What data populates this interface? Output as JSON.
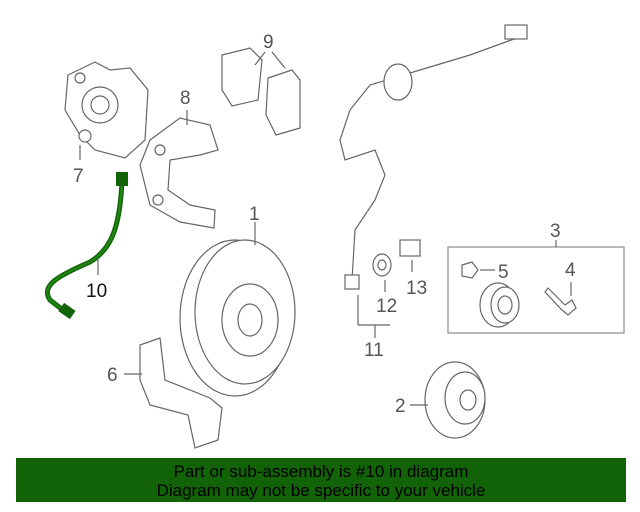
{
  "diagram": {
    "callouts": [
      "1",
      "2",
      "3",
      "4",
      "5",
      "6",
      "7",
      "8",
      "9",
      "10",
      "11",
      "12",
      "13"
    ],
    "highlighted_part": "10",
    "highlight_color": "#126208"
  },
  "banner": {
    "line1": "Part or sub-assembly is #10 in diagram",
    "line2": "Diagram may not be specific to your vehicle",
    "background": "#126208"
  }
}
